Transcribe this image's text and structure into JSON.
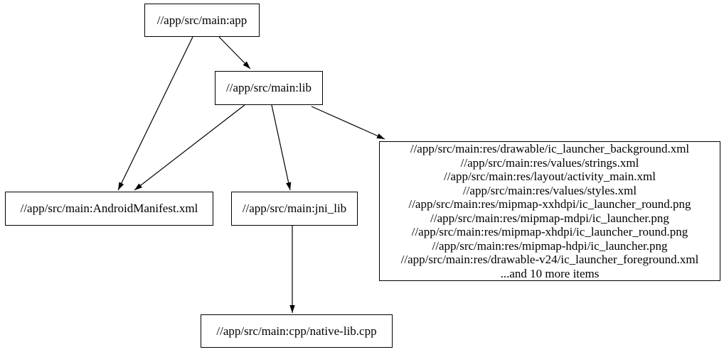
{
  "graph": {
    "background_color": "#ffffff",
    "node_fill_color": "#ffffff",
    "node_border_color": "#000000",
    "edge_color": "#000000",
    "text_color": "#000000",
    "nodes": {
      "app": {
        "label": "//app/src/main:app"
      },
      "lib": {
        "label": "//app/src/main:lib"
      },
      "android_manifest": {
        "label": "//app/src/main:AndroidManifest.xml"
      },
      "jni_lib": {
        "label": "//app/src/main:jni_lib"
      },
      "res_group": {
        "lines": [
          "//app/src/main:res/drawable/ic_launcher_background.xml",
          "//app/src/main:res/values/strings.xml",
          "//app/src/main:res/layout/activity_main.xml",
          "//app/src/main:res/values/styles.xml",
          "//app/src/main:res/mipmap-xxhdpi/ic_launcher_round.png",
          "//app/src/main:res/mipmap-mdpi/ic_launcher.png",
          "//app/src/main:res/mipmap-xhdpi/ic_launcher_round.png",
          "//app/src/main:res/mipmap-hdpi/ic_launcher.png",
          "//app/src/main:res/drawable-v24/ic_launcher_foreground.xml",
          "...and 10 more items"
        ]
      },
      "native_lib_cpp": {
        "label": "//app/src/main:cpp/native-lib.cpp"
      }
    },
    "edges": [
      {
        "from": "app",
        "to": "lib"
      },
      {
        "from": "app",
        "to": "android_manifest"
      },
      {
        "from": "lib",
        "to": "android_manifest"
      },
      {
        "from": "lib",
        "to": "jni_lib"
      },
      {
        "from": "lib",
        "to": "res_group"
      },
      {
        "from": "jni_lib",
        "to": "native_lib_cpp"
      }
    ]
  }
}
